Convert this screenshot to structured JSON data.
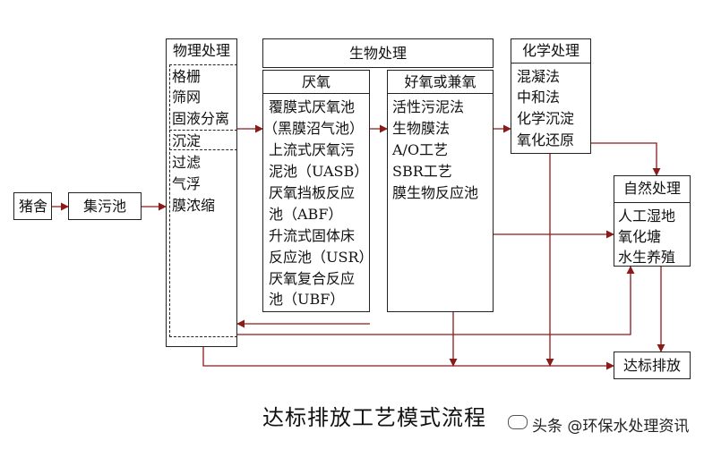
{
  "nodes": {
    "pig_house": "猪舍",
    "collection_tank": "集污池"
  },
  "physical": {
    "title": "物理处理",
    "items": [
      "格栅",
      "筛网",
      "固液分离",
      "沉淀",
      "过滤",
      "气浮",
      "膜浓缩"
    ]
  },
  "biological": {
    "title": "生物处理",
    "anaerobic": {
      "title": "厌氧",
      "items": [
        "覆膜式厌氧池",
        "（黑膜沼气池）",
        "上流式厌氧污",
        "泥池（UASB）",
        "厌氧挡板反应",
        "池（ABF）",
        "升流式固体床",
        "反应池（USR）",
        "厌氧复合反应",
        "池（UBF）"
      ]
    },
    "aerobic": {
      "title": "好氧或兼氧",
      "items": [
        "活性污泥法",
        "生物膜法",
        "A/O工艺",
        "SBR工艺",
        "膜生物反应池"
      ]
    }
  },
  "chemical": {
    "title": "化学处理",
    "items": [
      "混凝法",
      "中和法",
      "化学沉淀",
      "氧化还原"
    ]
  },
  "natural": {
    "title": "自然处理",
    "items": [
      "人工湿地",
      "氧化塘",
      "水生养殖"
    ]
  },
  "discharge": "达标排放",
  "caption": "达标排放工艺模式流程",
  "watermark": "头条 @环保水处理资讯",
  "colors": {
    "box_border": "#222222",
    "arrow": "#8b1a1a"
  }
}
